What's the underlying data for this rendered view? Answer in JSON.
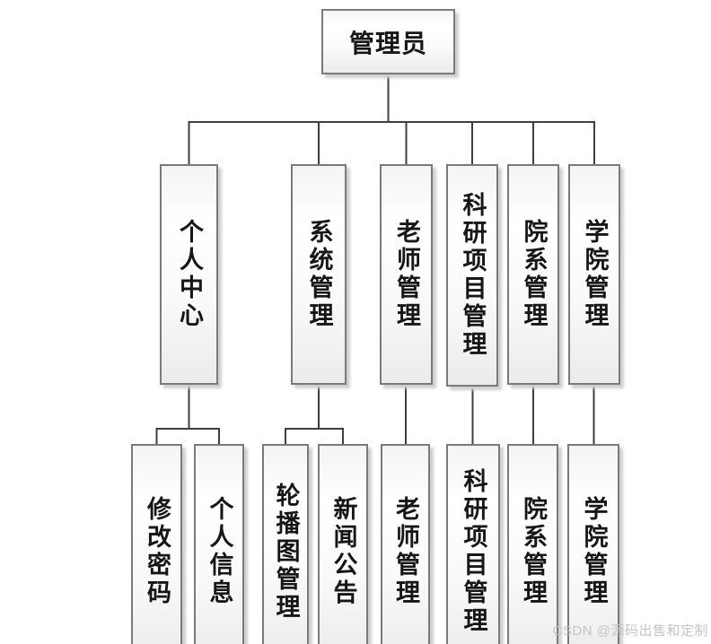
{
  "nodes": {
    "admin": "管理员",
    "personal_center": "个人中心",
    "system_mgmt": "系统管理",
    "teacher_mgmt": "老师管理",
    "research_project_mgmt": "科研项目管理",
    "department_mgmt": "院系管理",
    "college_mgmt": "学院管理",
    "change_password": "修改密码",
    "personal_info": "个人信息",
    "carousel_mgmt": "轮播图管理",
    "news_announcement": "新闻公告",
    "teacher_mgmt_leaf": "老师管理",
    "research_project_mgmt_leaf": "科研项目管理",
    "department_mgmt_leaf": "院系管理",
    "college_mgmt_leaf": "学院管理"
  },
  "tree": {
    "root": "管理员",
    "branches": [
      {
        "label": "个人中心",
        "children": [
          "修改密码",
          "个人信息"
        ]
      },
      {
        "label": "系统管理",
        "children": [
          "轮播图管理",
          "新闻公告"
        ]
      },
      {
        "label": "老师管理",
        "children": [
          "老师管理"
        ]
      },
      {
        "label": "科研项目管理",
        "children": [
          "科研项目管理"
        ]
      },
      {
        "label": "院系管理",
        "children": [
          "院系管理"
        ]
      },
      {
        "label": "学院管理",
        "children": [
          "学院管理"
        ]
      }
    ]
  },
  "colors": {
    "connector_line": "#3f3f3f",
    "box_border": "#7a7a7a",
    "box_shadow": "#cfcfcf",
    "text": "#161616",
    "watermark": "#c9c3c3"
  },
  "watermark": "CSDN @源码出售和定制"
}
